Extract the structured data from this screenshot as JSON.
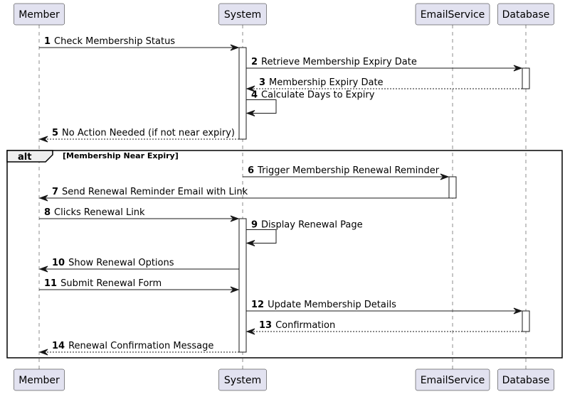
{
  "participants": [
    {
      "id": "member",
      "name": "Member"
    },
    {
      "id": "system",
      "name": "System"
    },
    {
      "id": "email",
      "name": "EmailService"
    },
    {
      "id": "db",
      "name": "Database"
    }
  ],
  "messages": [
    {
      "num": "1",
      "text": "Check Membership Status",
      "from": "member",
      "to": "system",
      "style": "solid"
    },
    {
      "num": "2",
      "text": "Retrieve Membership Expiry Date",
      "from": "system",
      "to": "db",
      "style": "solid"
    },
    {
      "num": "3",
      "text": "Membership Expiry Date",
      "from": "db",
      "to": "system",
      "style": "dashed"
    },
    {
      "num": "4",
      "text": "Calculate Days to Expiry",
      "from": "system",
      "to": "system",
      "style": "self"
    },
    {
      "num": "5",
      "text": "No Action Needed (if not near expiry)",
      "from": "system",
      "to": "member",
      "style": "dashed"
    },
    {
      "num": "6",
      "text": "Trigger Membership Renewal Reminder",
      "from": "system",
      "to": "email",
      "style": "solid"
    },
    {
      "num": "7",
      "text": "Send Renewal Reminder Email with Link",
      "from": "email",
      "to": "member",
      "style": "solid"
    },
    {
      "num": "8",
      "text": "Clicks Renewal Link",
      "from": "member",
      "to": "system",
      "style": "solid"
    },
    {
      "num": "9",
      "text": "Display Renewal Page",
      "from": "system",
      "to": "system",
      "style": "self"
    },
    {
      "num": "10",
      "text": "Show Renewal Options",
      "from": "system",
      "to": "member",
      "style": "solid"
    },
    {
      "num": "11",
      "text": "Submit Renewal Form",
      "from": "member",
      "to": "system",
      "style": "solid"
    },
    {
      "num": "12",
      "text": "Update Membership Details",
      "from": "system",
      "to": "db",
      "style": "solid"
    },
    {
      "num": "13",
      "text": "Confirmation",
      "from": "db",
      "to": "system",
      "style": "dashed"
    },
    {
      "num": "14",
      "text": "Renewal Confirmation Message",
      "from": "system",
      "to": "member",
      "style": "dashed"
    }
  ],
  "fragment": {
    "keyword": "alt",
    "guard": "[Membership Near Expiry]"
  }
}
